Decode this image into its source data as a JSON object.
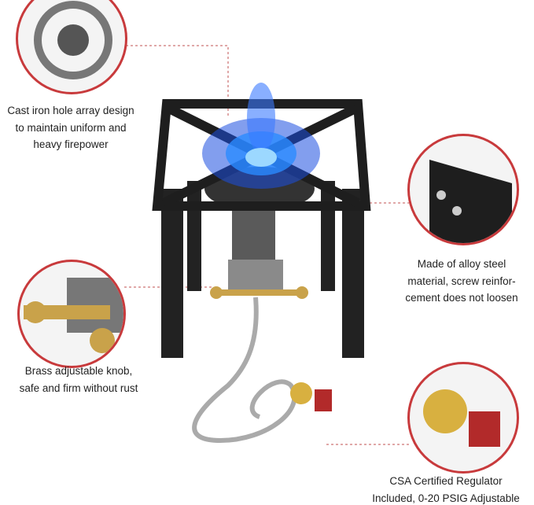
{
  "captions": {
    "burner": "Cast iron hole array design\nto maintain uniform and\nheavy firepower",
    "steel": "Made of alloy steel\nmaterial, screw reinfor-\ncement does not loosen",
    "knob": "Brass adjustable knob,\nsafe and firm without rust",
    "regulator": "CSA Certified Regulator\nIncluded, 0-20 PSIG Adjustable"
  },
  "colors": {
    "accent": "#c83a3c",
    "frame": "#1e1e1e",
    "flame": "#2a6bff",
    "brass": "#c9a24a"
  }
}
